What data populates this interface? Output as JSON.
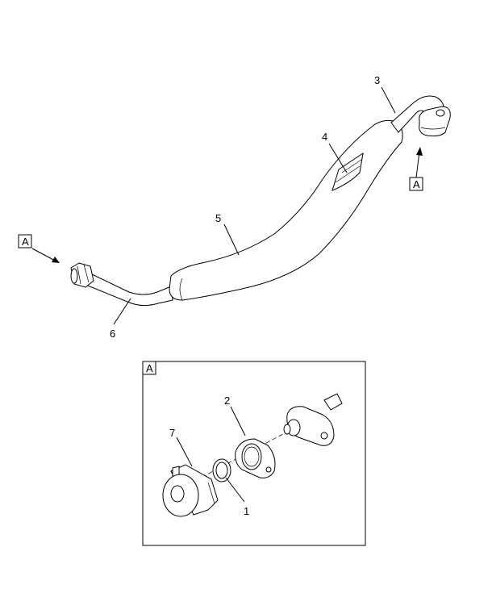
{
  "callouts": {
    "c1": "1",
    "c2": "2",
    "c3": "3",
    "c4": "4",
    "c5": "5",
    "c6": "6",
    "c7": "7"
  },
  "view_markers": {
    "left": "A",
    "right": "A",
    "detail": "A"
  },
  "colors": {
    "line": "#000000",
    "background": "#ffffff"
  }
}
